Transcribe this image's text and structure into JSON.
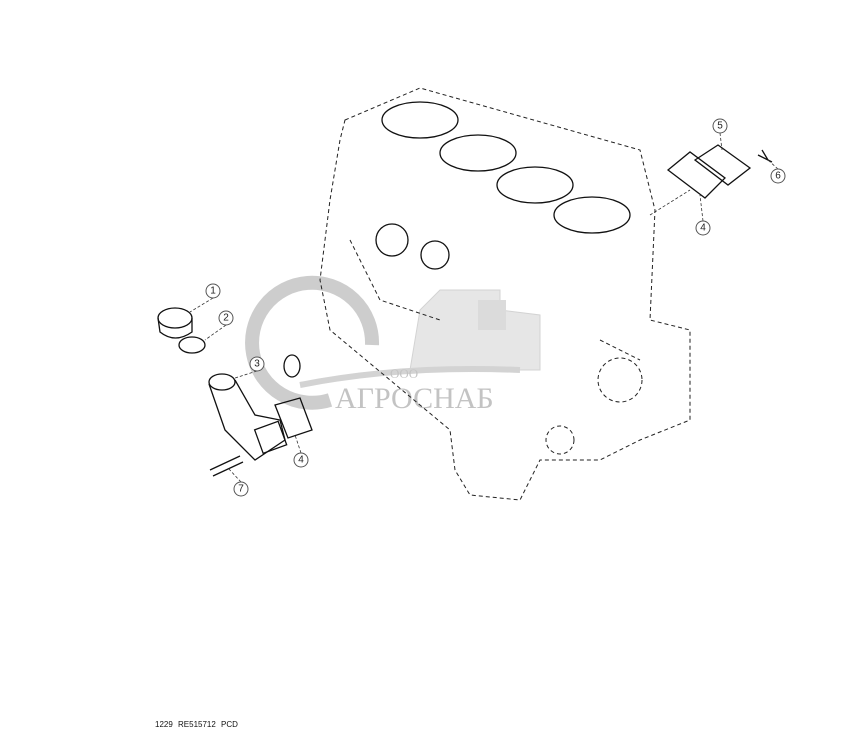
{
  "diagram": {
    "callouts": [
      {
        "number": "1",
        "part": "cap"
      },
      {
        "number": "2",
        "part": "o-ring"
      },
      {
        "number": "3",
        "part": "filler-tube"
      },
      {
        "number": "4",
        "part": "gasket"
      },
      {
        "number": "7",
        "part": "bolt"
      },
      {
        "number": "5",
        "part": "cover-plate"
      },
      {
        "number": "6",
        "part": "bolt"
      },
      {
        "number": "4",
        "part": "gasket"
      }
    ]
  },
  "watermark": {
    "prefix": "ООО",
    "name": "АГРОСНАБ"
  },
  "footer": {
    "text": "1229  RE515712  PCD"
  }
}
